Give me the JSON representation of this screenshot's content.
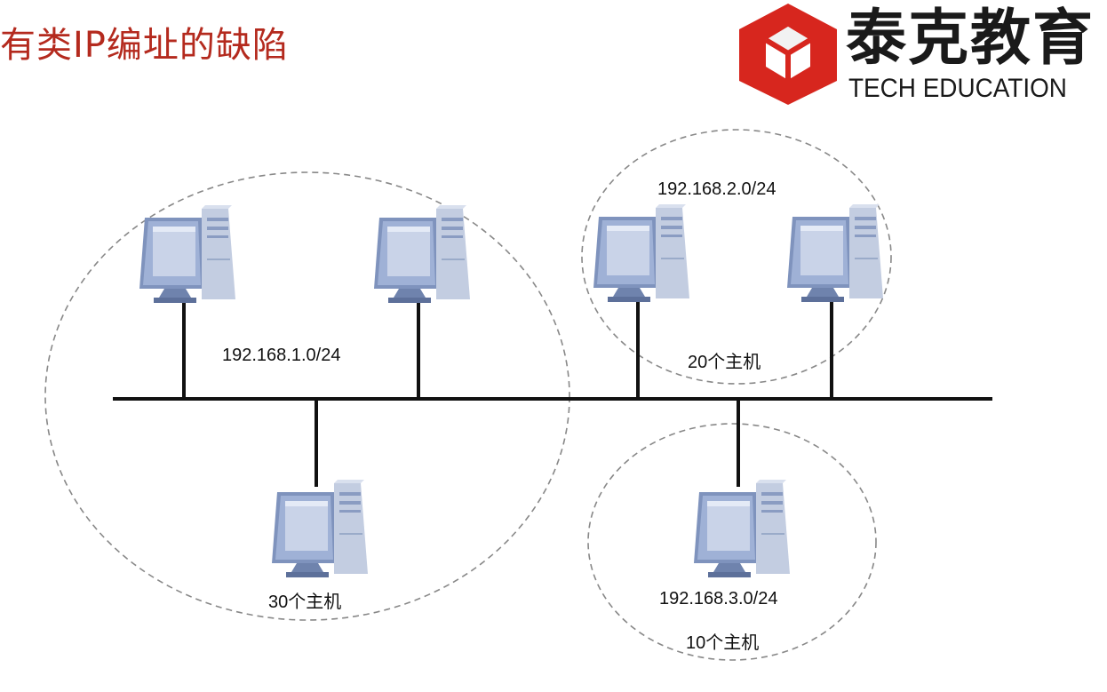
{
  "title": "有类IP编址的缺陷",
  "logo": {
    "brand_cn": "泰克教育",
    "brand_en": "TECH EDUCATION",
    "accent": "#d7261e"
  },
  "subnets": [
    {
      "network": "192.168.1.0/24",
      "hosts": "30个主机"
    },
    {
      "network": "192.168.2.0/24",
      "hosts": "20个主机"
    },
    {
      "network": "192.168.3.0/24",
      "hosts": "10个主机"
    }
  ],
  "icons": [
    "computer-icon"
  ],
  "colors": {
    "title": "#b42a1e",
    "monitor": "#8fa2c7",
    "screen": "#c9d3e8",
    "bus": "#111111",
    "boundary": "#888888"
  }
}
